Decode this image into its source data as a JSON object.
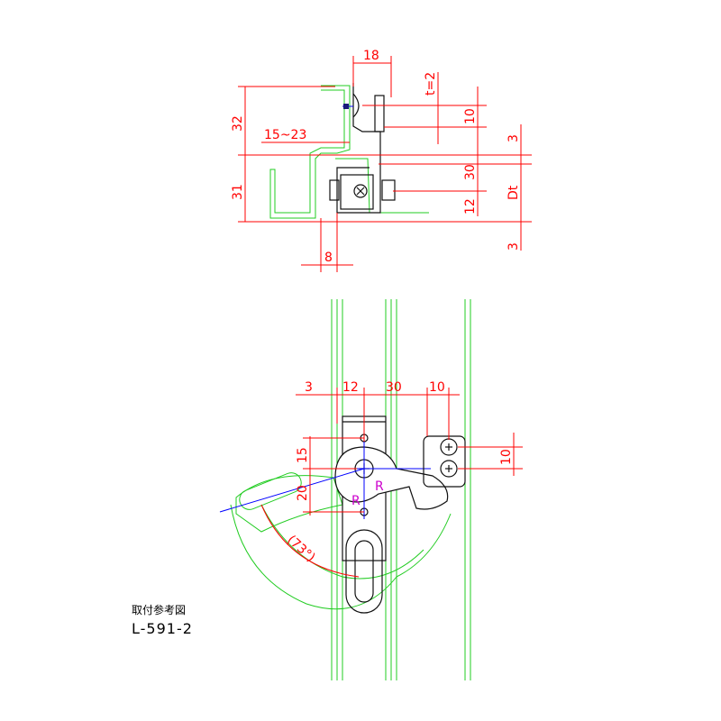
{
  "colors": {
    "dimension": "#ff0000",
    "frame": "#22cc22",
    "part": "#111111",
    "centerline": "#0000ff",
    "rotation_mark": "#cc00cc"
  },
  "top_view": {
    "dim_18": "18",
    "dim_t2": "t=2",
    "dim_32": "32",
    "dim_15_23": "15~23",
    "dim_10": "10",
    "dim_3_top": "3",
    "dim_30": "30",
    "dim_31": "31",
    "dim_12": "12",
    "dim_dt": "Dt",
    "dim_3_bottom": "3",
    "dim_8": "8"
  },
  "front_view": {
    "dim_3": "3",
    "dim_12": "12",
    "dim_30": "30",
    "dim_10_top": "10",
    "dim_15": "15",
    "dim_20": "20",
    "dim_10_right": "10",
    "angle": "(73°)",
    "mark_r1": "R",
    "mark_r2": "R"
  },
  "caption": {
    "title": "取付参考図",
    "model": "L-591-2"
  }
}
